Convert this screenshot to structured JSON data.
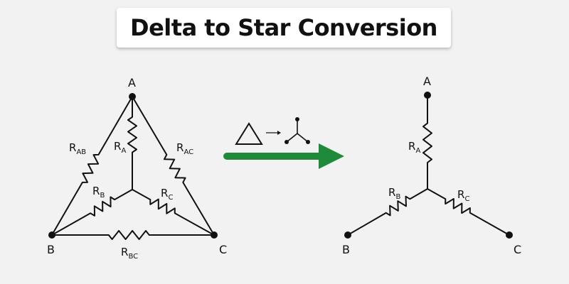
{
  "title": "Delta to Star Conversion",
  "colors": {
    "arrow": "#1e8a3a",
    "line": "#111111",
    "background": "#f2f2f2"
  },
  "delta": {
    "nodes": {
      "a": "A",
      "b": "B",
      "c": "C"
    },
    "resistors": {
      "rab": {
        "base": "R",
        "sub": "AB"
      },
      "rac": {
        "base": "R",
        "sub": "AC"
      },
      "rbc": {
        "base": "R",
        "sub": "BC"
      },
      "ra": {
        "base": "R",
        "sub": "A"
      },
      "rb": {
        "base": "R",
        "sub": "B"
      },
      "rc": {
        "base": "R",
        "sub": "C"
      }
    }
  },
  "star": {
    "nodes": {
      "a": "A",
      "b": "B",
      "c": "C"
    },
    "resistors": {
      "ra": {
        "base": "R",
        "sub": "A"
      },
      "rb": {
        "base": "R",
        "sub": "B"
      },
      "rc": {
        "base": "R",
        "sub": "C"
      }
    }
  },
  "icons": {
    "delta": "delta-triangle-icon",
    "star": "star-y-icon",
    "arrow": "right-arrow-icon"
  }
}
